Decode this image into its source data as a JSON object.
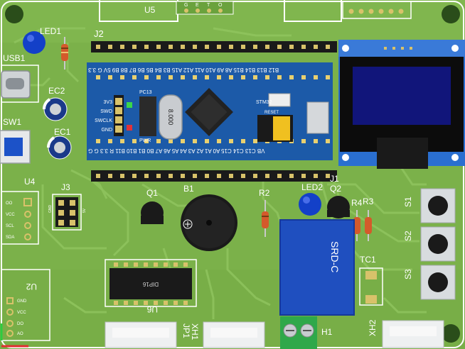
{
  "colors": {
    "pcb": "#7bb14a",
    "pcb_dark": "#5f9a35",
    "trace": "#8cc45a",
    "silkscreen": "#ffffff",
    "bluepill": "#1c5aa8",
    "relay": "#1f4fbf",
    "led_blue": "#1340c8"
  },
  "labels": {
    "u5": "U5",
    "u5_pins": [
      "G",
      "E",
      "T",
      "O"
    ],
    "led1": "LED1",
    "j2": "J2",
    "usb1": "USB1",
    "ec2": "EC2",
    "ec1": "EC1",
    "sw1": "SW1",
    "u4": "U4",
    "u4_pins": [
      "OO",
      "VCC",
      "SCL",
      "SDA"
    ],
    "j3": "J3",
    "j3_side_a": "GND",
    "j3_side_b": "5V",
    "q1": "Q1",
    "b1": "B1",
    "r2": "R2",
    "led2": "LED2",
    "q2": "Q2",
    "r4": "R4",
    "r3": "R3",
    "s1": "S1",
    "s2": "S2",
    "s3": "S3",
    "tc1": "TC1",
    "j1": "J1",
    "h1": "H1",
    "xh2": "XH2",
    "xh1": "XH1",
    "jp1": "JP1",
    "u6": "U6",
    "u2": "U2",
    "u2_pins": [
      "GND",
      "VCC",
      "DO",
      "AO"
    ],
    "relay_text": "SRD-C",
    "dip_text": "DIP16"
  },
  "bluepill": {
    "top_pins": "B12 B13 B14 B15 A8 A9 A10 A11 A12 A15 B3 B4 B5 B6 B7 B8 B9 5V G 3.3",
    "bottom_pins": "VB C13 C14 C15 A0 A1 A2 A3 A4 A5 A6 A7 B0 B1 B10 B11 R 3.3 G G",
    "pc13": "PC13",
    "pwr": "PWR",
    "swd": [
      "3V3",
      "SWO",
      "SWCLK",
      "GND"
    ],
    "crystal": "8.000",
    "model": "STM32",
    "reset": "RESET"
  }
}
